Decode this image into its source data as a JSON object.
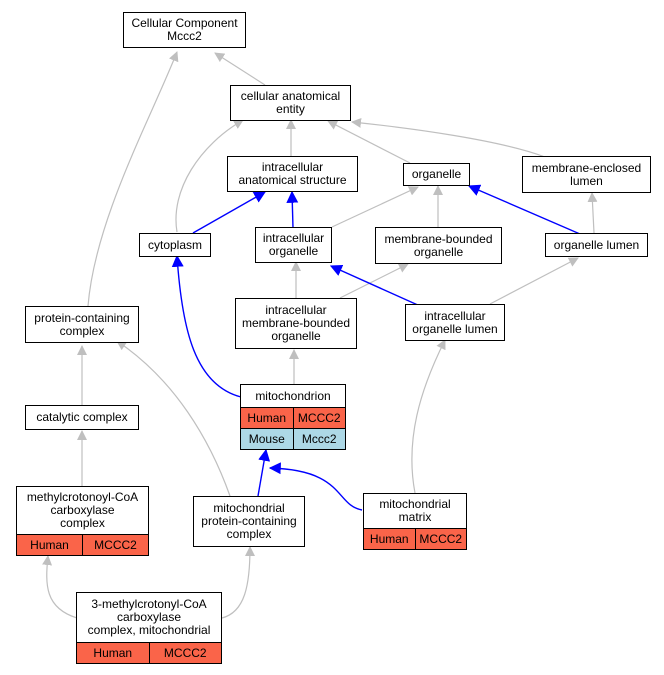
{
  "colors": {
    "human": "#fa6449",
    "mouse": "#add8e6",
    "edge_default": "#bfbfbf",
    "edge_highlight": "#0000ff"
  },
  "nodes": {
    "cellular_component": {
      "lines": [
        "Cellular Component",
        "Mccc2"
      ]
    },
    "cellular_anatomical_entity": {
      "lines": [
        "cellular anatomical",
        "entity"
      ]
    },
    "intracellular_anatomical_structure": {
      "lines": [
        "intracellular",
        "anatomical structure"
      ]
    },
    "organelle": {
      "lines": [
        "organelle"
      ]
    },
    "membrane_enclosed_lumen": {
      "lines": [
        "membrane-enclosed",
        "lumen"
      ]
    },
    "cytoplasm": {
      "lines": [
        "cytoplasm"
      ]
    },
    "intracellular_organelle": {
      "lines": [
        "intracellular",
        "organelle"
      ]
    },
    "membrane_bounded_organelle": {
      "lines": [
        "membrane-bounded",
        "organelle"
      ]
    },
    "organelle_lumen": {
      "lines": [
        "organelle lumen"
      ]
    },
    "protein_containing_complex": {
      "lines": [
        "protein-containing",
        "complex"
      ]
    },
    "intracellular_membrane_bounded_organelle": {
      "lines": [
        "intracellular",
        "membrane-bounded",
        "organelle"
      ]
    },
    "intracellular_organelle_lumen": {
      "lines": [
        "intracellular",
        "organelle lumen"
      ]
    },
    "mitochondrion": {
      "lines": [
        "mitochondrion"
      ],
      "rows": [
        [
          "Human",
          "MCCC2"
        ],
        [
          "Mouse",
          "Mccc2"
        ]
      ]
    },
    "catalytic_complex": {
      "lines": [
        "catalytic complex"
      ]
    },
    "methylcrotonoyl_coa_carboxylase_complex": {
      "lines": [
        "methylcrotonoyl-CoA",
        "carboxylase",
        "complex"
      ],
      "rows": [
        [
          "Human",
          "MCCC2"
        ]
      ]
    },
    "mitochondrial_protein_containing_complex": {
      "lines": [
        "mitochondrial",
        "protein-containing",
        "complex"
      ]
    },
    "mitochondrial_matrix": {
      "lines": [
        "mitochondrial",
        "matrix"
      ],
      "rows": [
        [
          "Human",
          "MCCC2"
        ]
      ]
    },
    "three_methylcrotonoyl_coa_carboxylase_complex_mitochondrial": {
      "lines": [
        "3-methylcrotonyl-CoA",
        "carboxylase",
        "complex, mitochondrial"
      ],
      "rows": [
        [
          "Human",
          "MCCC2"
        ]
      ]
    }
  }
}
